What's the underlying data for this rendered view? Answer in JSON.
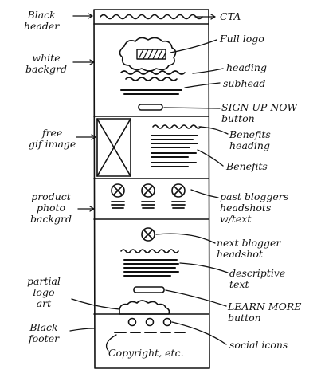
{
  "left_labels": {
    "black_header": [
      "Black",
      "header"
    ],
    "white_background": [
      "white",
      "backgrd"
    ],
    "free_gif_image": [
      "free",
      "gif image"
    ],
    "product_photo_background": [
      "product",
      "photo",
      "backgrd"
    ],
    "partial_logo_art": [
      "partial",
      "logo",
      "art"
    ],
    "black_footer": [
      "Black",
      "footer"
    ]
  },
  "right_labels": {
    "cta": [
      "CTA"
    ],
    "full_logo": [
      "Full logo"
    ],
    "heading": [
      "heading"
    ],
    "subhead": [
      "subhead"
    ],
    "sign_up_now_button": [
      "SIGN UP NOW",
      "button"
    ],
    "benefits_heading": [
      "Benefits",
      "heading"
    ],
    "benefits": [
      "Benefits"
    ],
    "past_bloggers": [
      "past bloggers",
      "headshots",
      "w/text"
    ],
    "next_blogger": [
      "next blogger",
      "headshot"
    ],
    "descriptive_text": [
      "descriptive",
      "text"
    ],
    "learn_more_button": [
      "LEARN MORE",
      "button"
    ],
    "social_icons": [
      "social icons"
    ]
  },
  "bottom_labels": {
    "copyright": [
      "Copyright, etc."
    ]
  }
}
